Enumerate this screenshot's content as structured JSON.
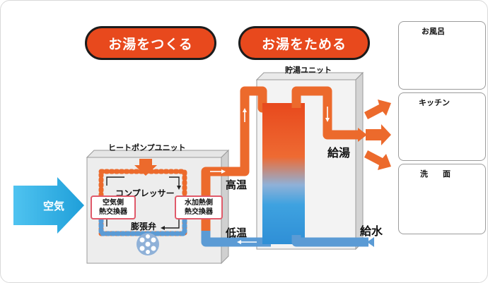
{
  "headers": {
    "make": "お湯をつくる",
    "store": "お湯をためる"
  },
  "units": {
    "heat_pump": "ヒートポンプユニット",
    "storage": "貯湯ユニット"
  },
  "components": {
    "air_exchanger_line1": "空気側",
    "air_exchanger_line2": "熱交換器",
    "compressor": "コンプレッサー",
    "water_exchanger_line1": "水加熱側",
    "water_exchanger_line2": "熱交換器",
    "expansion_valve": "膨張弁"
  },
  "flows": {
    "air": "空気",
    "high_temp": "高温",
    "low_temp": "低温",
    "hot_supply": "給湯",
    "water_supply": "給水"
  },
  "rooms": {
    "bath": "お風呂",
    "kitchen": "キッチン",
    "washroom_1": "洗",
    "washroom_2": "面"
  },
  "colors": {
    "hot": "#ec6a2c",
    "cold": "#5b9bd5",
    "accent": "#e8491d",
    "air": "#29a8e0"
  }
}
